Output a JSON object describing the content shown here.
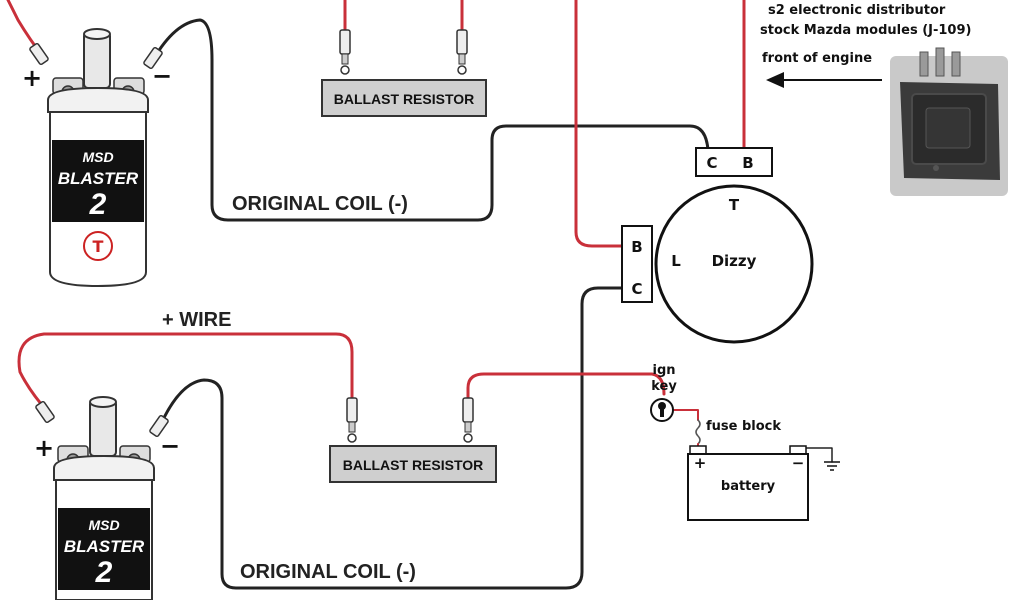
{
  "colors": {
    "wire_red": "#c9303a",
    "wire_black": "#222222",
    "resistor_fill": "#cfcfcf",
    "coil_badge": "#cc2222"
  },
  "header": {
    "line1": "s2 electronic distributor",
    "line2": "stock Mazda modules (J-109)",
    "front": "front of engine"
  },
  "top_circuit": {
    "plus": "+",
    "minus": "−",
    "resistor": "BALLAST RESISTOR",
    "coil_wire": "ORIGINAL COIL (-)",
    "coil_brand1": "MSD",
    "coil_brand2": "BLASTER",
    "coil_brand3": "2",
    "coil_badge": "T"
  },
  "bottom_circuit": {
    "plus": "+",
    "minus": "−",
    "plus_wire": "+ WIRE",
    "resistor": "BALLAST RESISTOR",
    "coil_wire": "ORIGINAL COIL (-)",
    "coil_brand1": "MSD",
    "coil_brand2": "BLASTER",
    "coil_brand3": "2"
  },
  "distributor": {
    "name": "Dizzy",
    "t_label": "T",
    "l_label": "L",
    "top_terminals": [
      "C",
      "B"
    ],
    "side_terminals": [
      "B",
      "C"
    ]
  },
  "ignition": {
    "key_line1": "ign",
    "key_line2": "key",
    "fuse": "fuse block",
    "battery": "battery",
    "plus": "+",
    "minus": "−"
  },
  "icons": [
    "ignition-key-icon",
    "ground-icon",
    "ignition-module-icon",
    "arrow-left-icon"
  ]
}
